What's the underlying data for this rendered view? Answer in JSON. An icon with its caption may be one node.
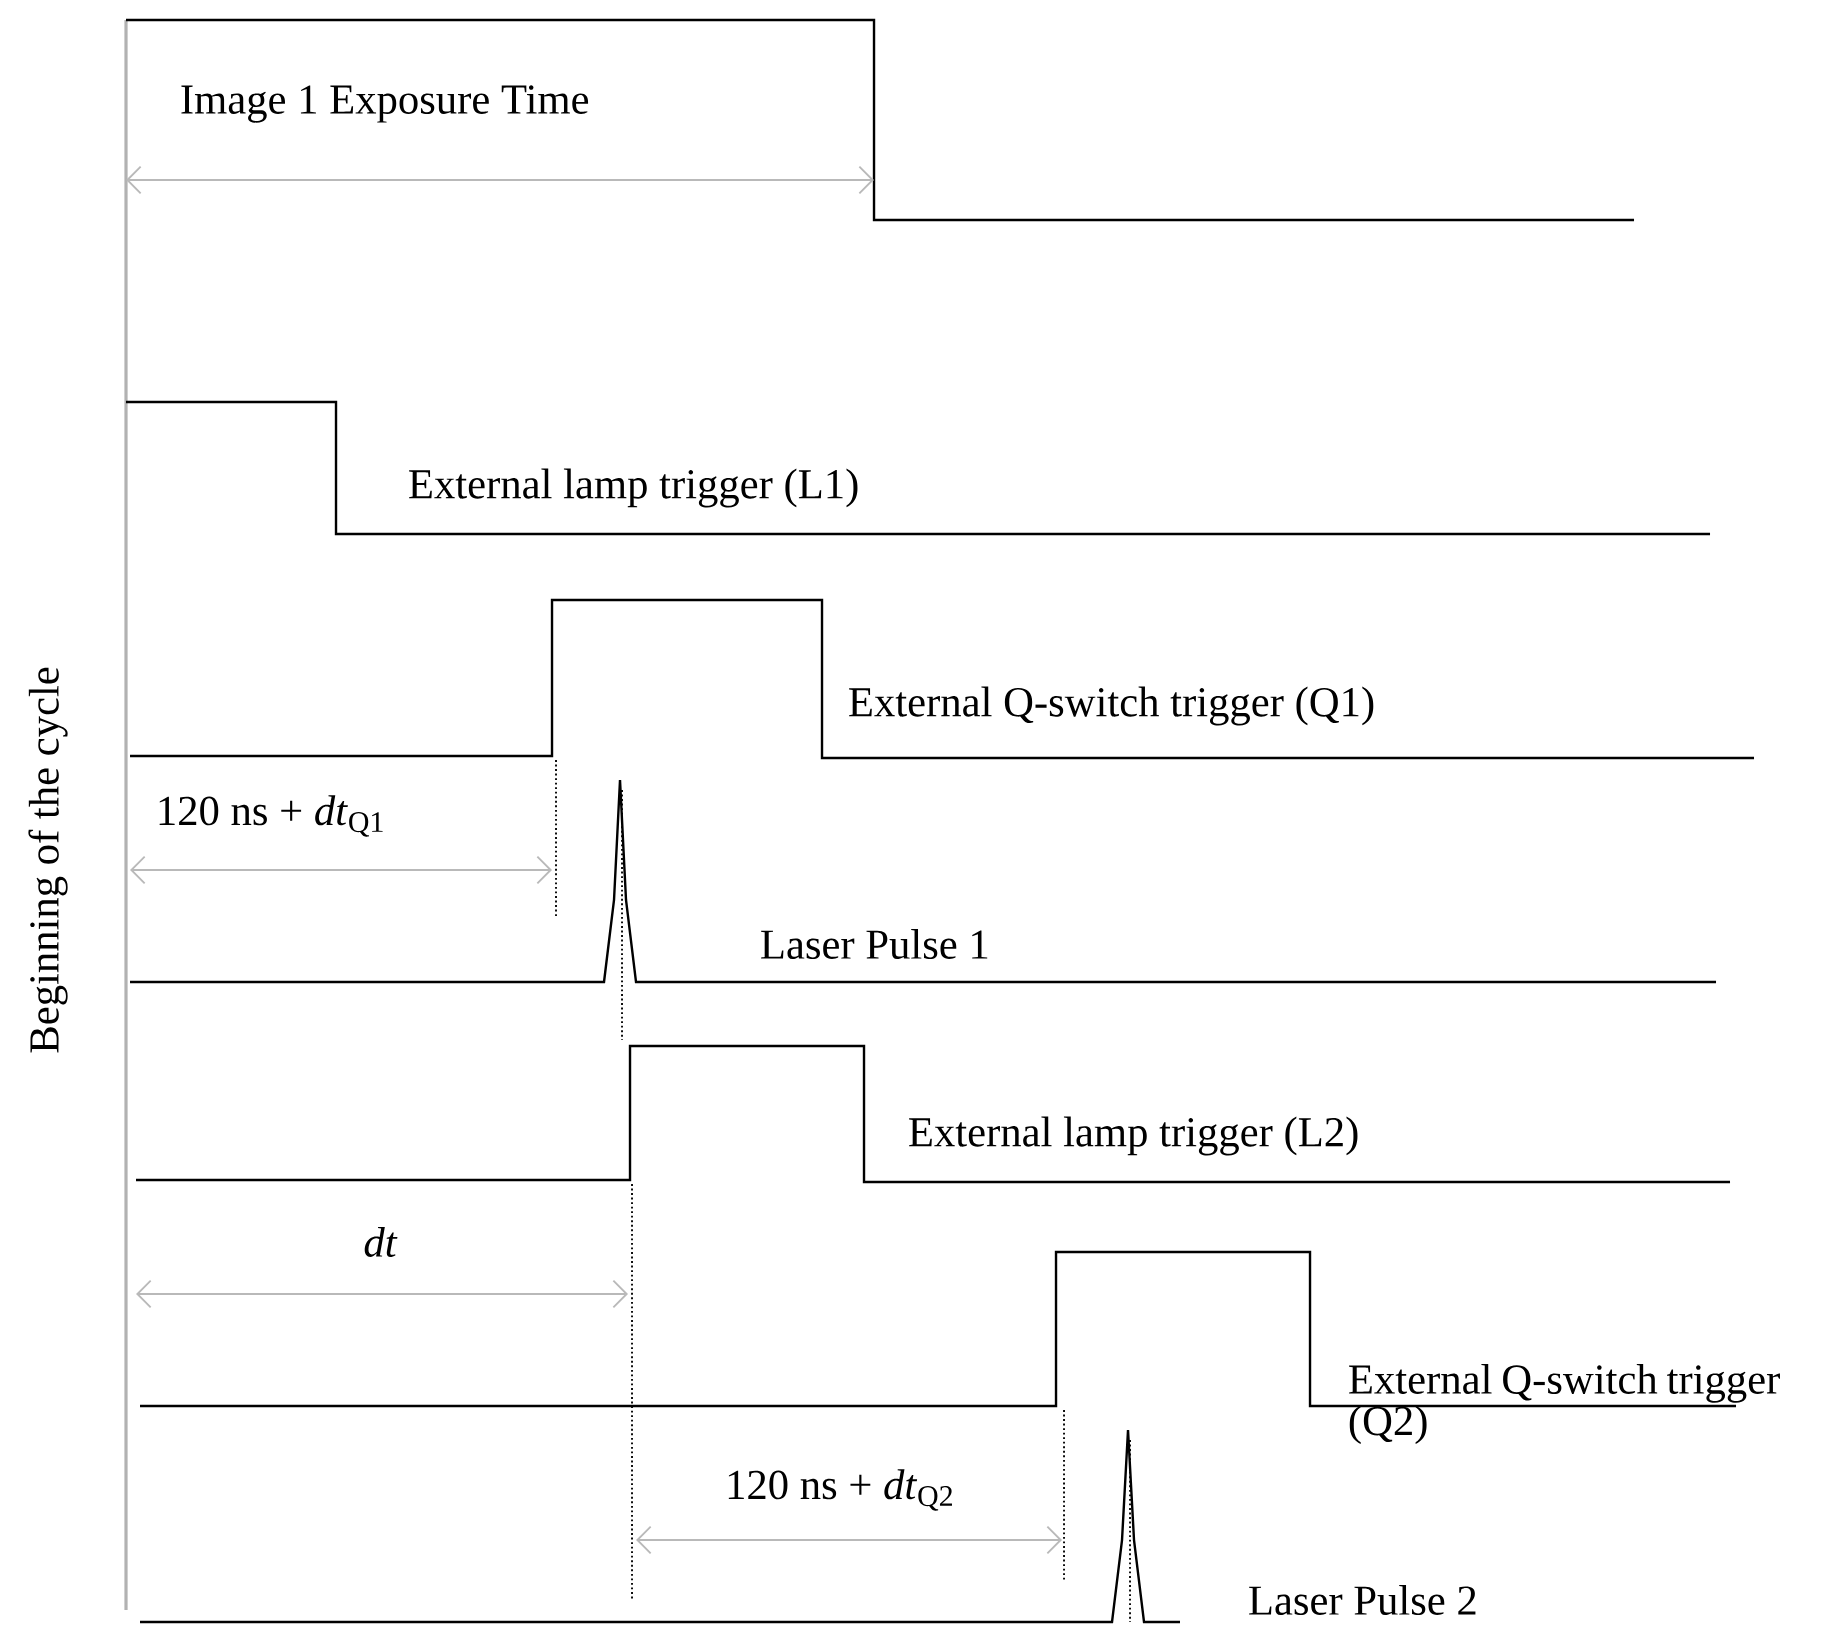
{
  "diagram": {
    "labels": [
      "Image 1 Exposure Time",
      "Beginning of the cycle",
      "External lamp trigger (L1)",
      "External Q-switch trigger (Q1)",
      "120 ns + *dt*$_{Q1}$",
      "Laser Pulse 1",
      "External lamp trigger (L2)",
      "dt",
      "External Q-switch trigger (Q2)",
      "120 ns + *dt*$_{Q2}$",
      "Laser Pulse 2"
    ]
  }
}
